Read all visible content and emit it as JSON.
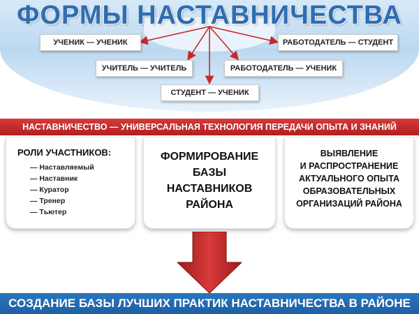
{
  "header": {
    "title": "ФОРМЫ НАСТАВНИЧЕСТВА"
  },
  "forms": [
    {
      "label": "УЧЕНИК — УЧЕНИК"
    },
    {
      "label": "РАБОТОДАТЕЛЬ — СТУДЕНТ"
    },
    {
      "label": "УЧИТЕЛЬ — УЧИТЕЛЬ"
    },
    {
      "label": "РАБОТОДАТЕЛЬ — УЧЕНИК"
    },
    {
      "label": "СТУДЕНТ — УЧЕНИК"
    }
  ],
  "banner": {
    "text": "НАСТАВНИЧЕСТВО — УНИВЕРСАЛЬНАЯ ТЕХНОЛОГИЯ ПЕРЕДАЧИ ОПЫТА И ЗНАНИЙ"
  },
  "roles": {
    "title": "РОЛИ УЧАСТНИКОВ:",
    "items": [
      "— Наставляемый",
      "— Наставник",
      "— Куратор",
      "— Тренер",
      "— Тьютер"
    ]
  },
  "card_middle": {
    "lines": [
      "ФОРМИРОВАНИЕ",
      "БАЗЫ",
      "НАСТАВНИКОВ",
      "РАЙОНА"
    ]
  },
  "card_right": {
    "lines": [
      "ВЫЯВЛЕНИЕ",
      "И РАСПРОСТРАНЕНИЕ",
      "АКТУАЛЬНОГО ОПЫТА",
      "ОБРАЗОВАТЕЛЬНЫХ",
      "ОРГАНИЗАЦИЙ РАЙОНА"
    ]
  },
  "footer": {
    "text": "СОЗДАНИЕ БАЗЫ ЛУЧШИХ ПРАКТИК НАСТАВНИЧЕСТВА В РАЙОНЕ"
  },
  "colors": {
    "title_blue": "#2f6db0",
    "band_red": "#c22b2b",
    "arrow_red": "#c62828",
    "footer_blue": "#1e5fa3"
  }
}
